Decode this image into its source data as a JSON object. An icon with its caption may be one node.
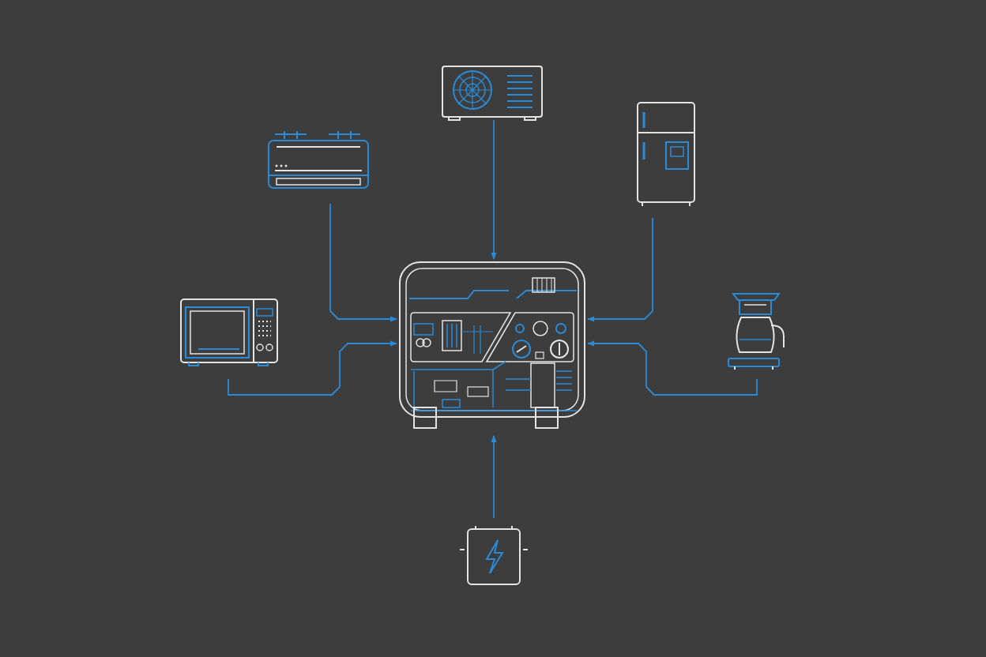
{
  "diagram": {
    "nodes": [
      {
        "text": [],
        "shape": "picture"
      },
      {
        "text": [],
        "shape": "picture"
      },
      {
        "text": [],
        "shape": "picture"
      },
      {
        "text": [],
        "shape": "picture"
      },
      {
        "text": [],
        "shape": "picture"
      },
      {
        "text": [],
        "shape": "picture"
      },
      {
        "text": [],
        "shape": "picture"
      }
    ],
    "edges": [
      {
        "from": 0,
        "to": 4,
        "arrow": "to"
      },
      {
        "from": 1,
        "to": 4,
        "arrow": "to"
      },
      {
        "from": 2,
        "to": 4,
        "arrow": "to"
      },
      {
        "from": 3,
        "to": 4,
        "arrow": "to"
      },
      {
        "from": 5,
        "to": 4,
        "arrow": "to"
      },
      {
        "from": 6,
        "to": 4,
        "arrow": "to"
      }
    ]
  }
}
